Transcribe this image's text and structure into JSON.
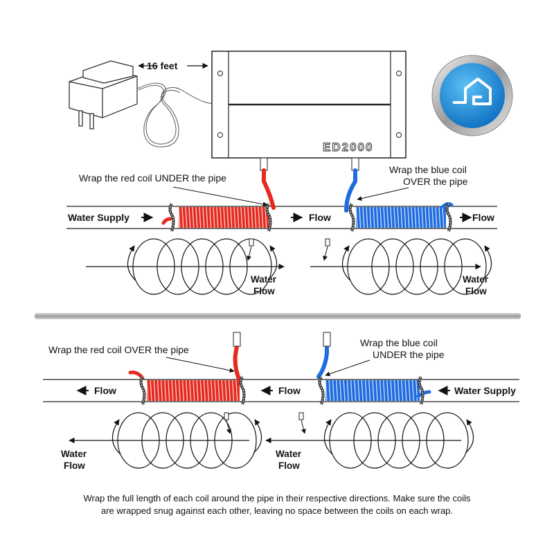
{
  "adapter": {
    "cable_length_label": "16 feet"
  },
  "device": {
    "brand": "ED2000"
  },
  "colors": {
    "red": "#e52a20",
    "blue": "#1f6ce0",
    "badge_blue": "#1e93e2",
    "divider": "#aaaaaa"
  },
  "icons": {
    "badge": "home-icon"
  },
  "top_section": {
    "red_instruction": "Wrap the red coil UNDER the pipe",
    "blue_instruction_line1": "Wrap the blue coil",
    "blue_instruction_line2": "OVER the pipe",
    "pipe_labels": {
      "supply": "Water Supply",
      "flow_middle": "Flow",
      "flow_end": "Flow"
    },
    "spiral_left_label": [
      "Water",
      "Flow"
    ],
    "spiral_right_label": [
      "Water",
      "Flow"
    ]
  },
  "bottom_section": {
    "red_instruction": "Wrap the red coil  OVER  the pipe",
    "blue_instruction_line1": "Wrap the blue coil",
    "blue_instruction_line2": "UNDER the pipe",
    "pipe_labels": {
      "flow_left": "Flow",
      "flow_middle": "Flow",
      "supply": "Water Supply"
    },
    "spiral_left_label": [
      "Water",
      "Flow"
    ],
    "spiral_right_label": [
      "Water",
      "Flow"
    ]
  },
  "footer": {
    "line1": "Wrap the full length of each coil around the pipe in their respective directions. Make sure the coils",
    "line2": "are wrapped snug against each other, leaving no space between the coils on each wrap."
  }
}
